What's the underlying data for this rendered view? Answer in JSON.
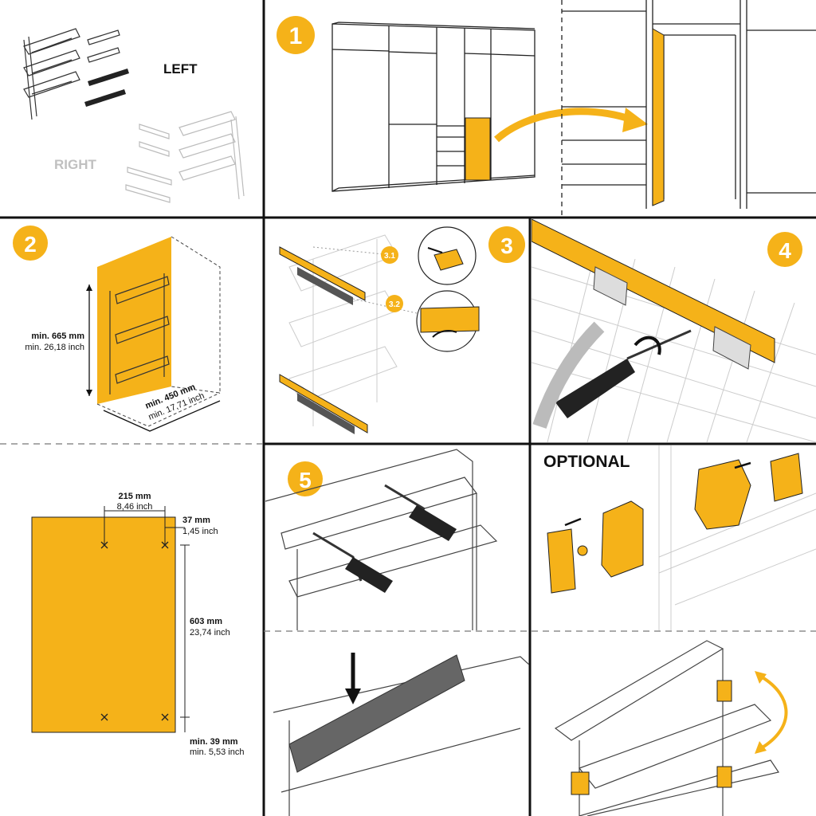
{
  "colors": {
    "accent": "#F5B219",
    "line": "#1a1a1a",
    "muted": "#c8c8c8",
    "grey": "#9a9a9a"
  },
  "overview": {
    "left_label": "LEFT",
    "right_label": "RIGHT"
  },
  "steps": {
    "s1": "1",
    "s2": "2",
    "s3": "3",
    "s4": "4",
    "s5": "5",
    "s3_1": "3.1",
    "s3_2": "3.2"
  },
  "dims_cabinet": {
    "height_mm": "min. 665 mm",
    "height_in": "min. 26,18 inch",
    "depth_mm": "min. 450 mm",
    "depth_in": "min. 17,71 inch"
  },
  "dims_drill": {
    "w_mm": "215 mm",
    "w_in": "8,46  inch",
    "edge_mm": "37 mm",
    "edge_in": "1,45  inch",
    "h_mm": "603 mm",
    "h_in": "23,74  inch",
    "bottom_mm": "min. 39 mm",
    "bottom_in": "min. 5,53  inch"
  },
  "optional": {
    "title": "OPTIONAL"
  }
}
